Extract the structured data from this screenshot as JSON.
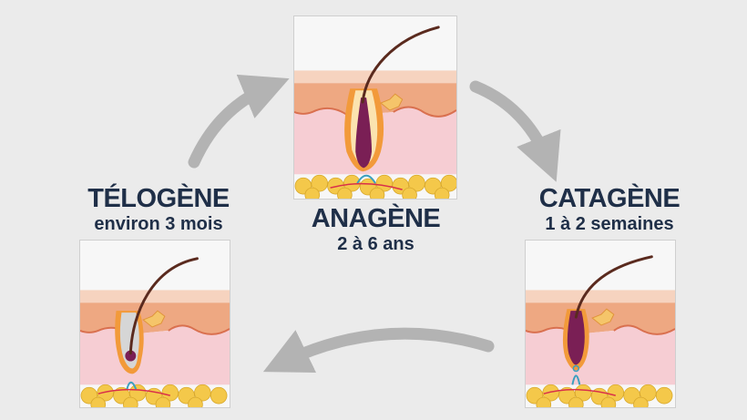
{
  "stages": {
    "anagen": {
      "title": "ANAGÈNE",
      "duration": "2 à 6 ans"
    },
    "catagen": {
      "title": "CATAGÈNE",
      "duration": "1 à 2 semaines"
    },
    "telogen": {
      "title": "TÉLOGÈNE",
      "duration": "environ 3 mois"
    }
  },
  "colors": {
    "background": "#ebebeb",
    "text": "#1f2f48",
    "arrow": "#b3b3b3",
    "skin_top": "#f2c3a6",
    "dermis": "#f5c9cf",
    "fat": "#f4c84a",
    "hair": "#5a2a1e",
    "bulb": "#7a1f55",
    "sheath": "#f29a3a"
  },
  "icons": {
    "cycle_arrows": "curved-arrow-icon",
    "hair_follicle": "hair-follicle-icon"
  }
}
